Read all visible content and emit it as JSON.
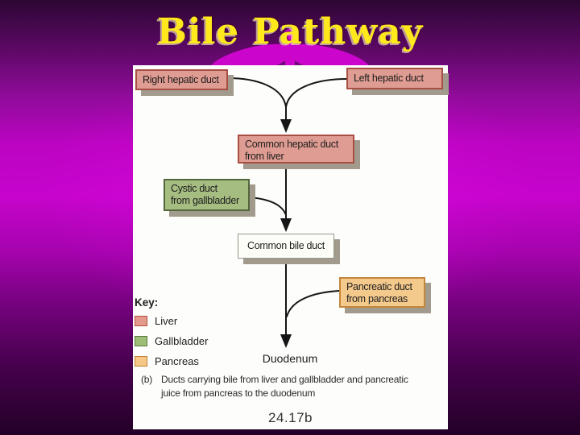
{
  "slide": {
    "title": "Bile Pathway",
    "title_color": "#ffe81c",
    "background_accent": "#c604cc",
    "emblem_color": "#cb05cb",
    "figure_number": "24.17b",
    "caption_prefix": "(b)",
    "caption_line1": "Ducts carrying bile from liver and gallbladder and pancreatic",
    "caption_line2": "juice from pancreas to the duodenum"
  },
  "diagram": {
    "nodes": [
      {
        "id": "right-hepatic-duct",
        "label": "Right hepatic duct",
        "fill": "#df9c92",
        "border": "#a84f44"
      },
      {
        "id": "left-hepatic-duct",
        "label": "Left hepatic duct",
        "fill": "#df9c92",
        "border": "#a84f44"
      },
      {
        "id": "common-hepatic-duct",
        "line1": "Common hepatic duct",
        "line2": "from liver",
        "fill": "#df9c92",
        "border": "#a84f44"
      },
      {
        "id": "cystic-duct",
        "line1": "Cystic duct",
        "line2": "from gallbladder",
        "fill": "#a6bd82",
        "border": "#52683c"
      },
      {
        "id": "common-bile-duct",
        "label": "Common bile duct",
        "fill": "#fdfdf8",
        "border": "#97958c"
      },
      {
        "id": "pancreatic-duct",
        "line1": "Pancreatic duct",
        "line2": "from pancreas",
        "fill": "#f4c98c",
        "border": "#c3873b"
      }
    ],
    "terminal_label": "Duodenum",
    "line_color": "#151515"
  },
  "key": {
    "heading": "Key:",
    "items": [
      {
        "label": "Liver",
        "color": "#e59a8e",
        "border": "#b05040"
      },
      {
        "label": "Gallbladder",
        "color": "#9dbd77",
        "border": "#5a7a40"
      },
      {
        "label": "Pancreas",
        "color": "#f5c888",
        "border": "#c08030"
      }
    ]
  }
}
